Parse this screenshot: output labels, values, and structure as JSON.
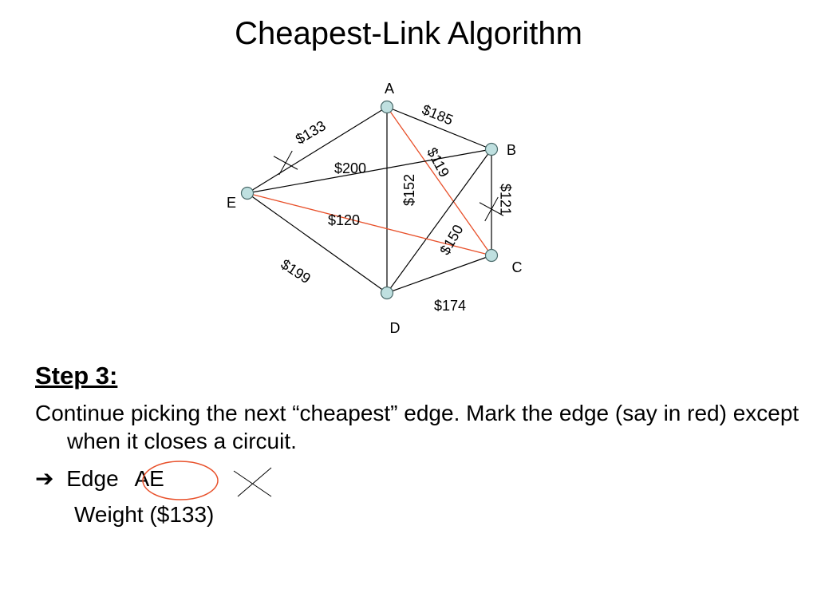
{
  "slide": {
    "title": "Cheapest-Link Algorithm",
    "step_heading": "Step 3:",
    "step_description": "Continue picking the next “cheapest” edge. Mark the edge (say in red) except when it closes a circuit.",
    "edge_arrow": "➔",
    "edge_label": "Edge",
    "edge_value": "AE",
    "weight_text": "Weight ($133)"
  },
  "graph": {
    "vertices": [
      {
        "id": "A",
        "label": "A"
      },
      {
        "id": "B",
        "label": "B"
      },
      {
        "id": "C",
        "label": "C"
      },
      {
        "id": "D",
        "label": "D"
      },
      {
        "id": "E",
        "label": "E"
      }
    ],
    "edges": [
      {
        "id": "AE",
        "from": "A",
        "to": "E",
        "weight": "$133",
        "selected": false,
        "crossed_out": true
      },
      {
        "id": "AB",
        "from": "A",
        "to": "B",
        "weight": "$185",
        "selected": false,
        "crossed_out": false
      },
      {
        "id": "AC",
        "from": "A",
        "to": "C",
        "weight": "$119",
        "selected": true,
        "crossed_out": false
      },
      {
        "id": "AD",
        "from": "A",
        "to": "D",
        "weight": "$152",
        "selected": false,
        "crossed_out": false
      },
      {
        "id": "BE",
        "from": "B",
        "to": "E",
        "weight": "$200",
        "selected": false,
        "crossed_out": false
      },
      {
        "id": "BC",
        "from": "B",
        "to": "C",
        "weight": "$121",
        "selected": false,
        "crossed_out": true
      },
      {
        "id": "BD",
        "from": "B",
        "to": "D",
        "weight": "$150",
        "selected": false,
        "crossed_out": false
      },
      {
        "id": "CE",
        "from": "C",
        "to": "E",
        "weight": "$120",
        "selected": true,
        "crossed_out": false
      },
      {
        "id": "CD",
        "from": "C",
        "to": "D",
        "weight": "$174",
        "selected": false,
        "crossed_out": false
      },
      {
        "id": "DE",
        "from": "D",
        "to": "E",
        "weight": "$199",
        "selected": false,
        "crossed_out": false
      }
    ]
  },
  "colors": {
    "selected_edge": "#e8502a",
    "edge": "#000000",
    "vertex_fill": "#bfe0e0",
    "vertex_stroke": "#4a6a6a",
    "highlight_circle": "#e8502a"
  }
}
